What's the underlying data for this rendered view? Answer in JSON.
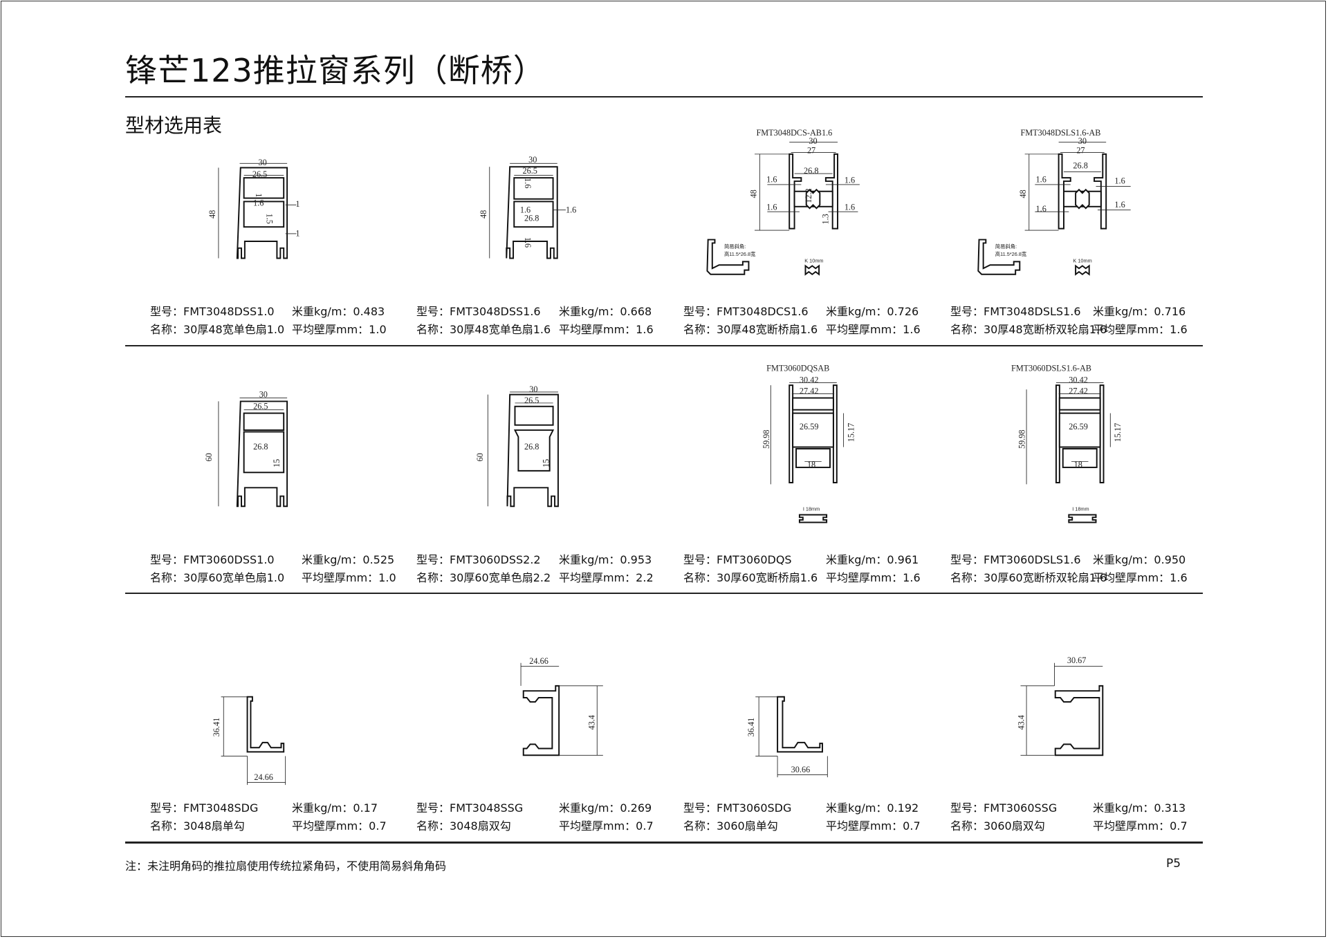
{
  "header": {
    "title": "锋芒123推拉窗系列（断桥）",
    "subtitle": "型材选用表"
  },
  "products": [
    {
      "model": "型号：FMT3048DSS1.0",
      "weight": "米重kg/m：0.483",
      "name": "名称：30厚48宽单色扇1.0",
      "thickness": "平均壁厚mm：1.0"
    },
    {
      "model": "型号：FMT3048DSS1.6",
      "weight": "米重kg/m：0.668",
      "name": "名称：30厚48宽单色扇1.6",
      "thickness": "平均壁厚mm：1.6"
    },
    {
      "model": "型号：FMT3048DCS1.6",
      "weight": "米重kg/m：0.726",
      "name": "名称：30厚48宽断桥扇1.6",
      "thickness": "平均壁厚mm：1.6"
    },
    {
      "model": "型号：FMT3048DSLS1.6",
      "weight": "米重kg/m：0.716",
      "name": "名称：30厚48宽断桥双轮扇1.6",
      "thickness": "平均壁厚mm：1.6"
    },
    {
      "model": "型号：FMT3060DSS1.0",
      "weight": "米重kg/m：0.525",
      "name": "名称：30厚60宽单色扇1.0",
      "thickness": "平均壁厚mm：1.0"
    },
    {
      "model": "型号：FMT3060DSS2.2",
      "weight": "米重kg/m：0.953",
      "name": "名称：30厚60宽单色扇2.2",
      "thickness": "平均壁厚mm：2.2"
    },
    {
      "model": "型号：FMT3060DQS",
      "weight": "米重kg/m：0.961",
      "name": "名称：30厚60宽断桥扇1.6",
      "thickness": "平均壁厚mm：1.6"
    },
    {
      "model": "型号：FMT3060DSLS1.6",
      "weight": "米重kg/m：0.950",
      "name": "名称：30厚60宽断桥双轮扇1.6",
      "thickness": "平均壁厚mm：1.6"
    },
    {
      "model": "型号：FMT3048SDG",
      "weight": "米重kg/m：0.17",
      "name": "名称：3048扇单勾",
      "thickness": "平均壁厚mm：0.7"
    },
    {
      "model": "型号：FMT3048SSG",
      "weight": "米重kg/m：0.269",
      "name": "名称：3048扇双勾",
      "thickness": "平均壁厚mm：0.7"
    },
    {
      "model": "型号：FMT3060SDG",
      "weight": "米重kg/m：0.192",
      "name": "名称：3060扇单勾",
      "thickness": "平均壁厚mm：0.7"
    },
    {
      "model": "型号：FMT3060SSG",
      "weight": "米重kg/m：0.313",
      "name": "名称：3060扇双勾",
      "thickness": "平均壁厚mm：0.7"
    }
  ],
  "drawings": {
    "d1": [
      "30",
      "26.5",
      "48",
      "1",
      "1.6",
      "1",
      "1",
      "1.5"
    ],
    "d2": [
      "30",
      "26.5",
      "48",
      "1.6",
      "1.6",
      "26.8",
      "1.6",
      "1.6"
    ],
    "d3": [
      "FMT3048DCS-AB1.6",
      "30",
      "27",
      "26.8",
      "48",
      "1.6",
      "1.6",
      "1.6",
      "1.6",
      "12.2",
      "1.3",
      "简易斜角:",
      "高11.5*26.8宽",
      "K 10mm"
    ],
    "d4": [
      "FMT3048DSLS1.6-AB",
      "30",
      "27",
      "26.8",
      "48",
      "1.6",
      "1.6",
      "1.6",
      "1.6",
      "简易斜角:",
      "高11.5*26.8宽",
      "K 10mm"
    ],
    "d5": [
      "30",
      "26.5",
      "26.8",
      "60",
      "15"
    ],
    "d6": [
      "30",
      "26.5",
      "26.8",
      "60",
      "15"
    ],
    "d7": [
      "FMT3060DQSAB",
      "30.42",
      "27.42",
      "26.59",
      "59.98",
      "15.17",
      "18",
      "I 18mm"
    ],
    "d8": [
      "FMT3060DSLS1.6-AB",
      "30.42",
      "27.42",
      "26.59",
      "59.98",
      "15.17",
      "18",
      "I 18mm"
    ],
    "d9": [
      "36.41",
      "24.66"
    ],
    "d10": [
      "24.66",
      "43.4"
    ],
    "d11": [
      "36.41",
      "30.66"
    ],
    "d12": [
      "30.67",
      "43.4"
    ]
  },
  "footer": {
    "note": "注：未注明角码的推拉扇使用传统拉紧角码，不使用简易斜角角码",
    "page": "P5"
  }
}
